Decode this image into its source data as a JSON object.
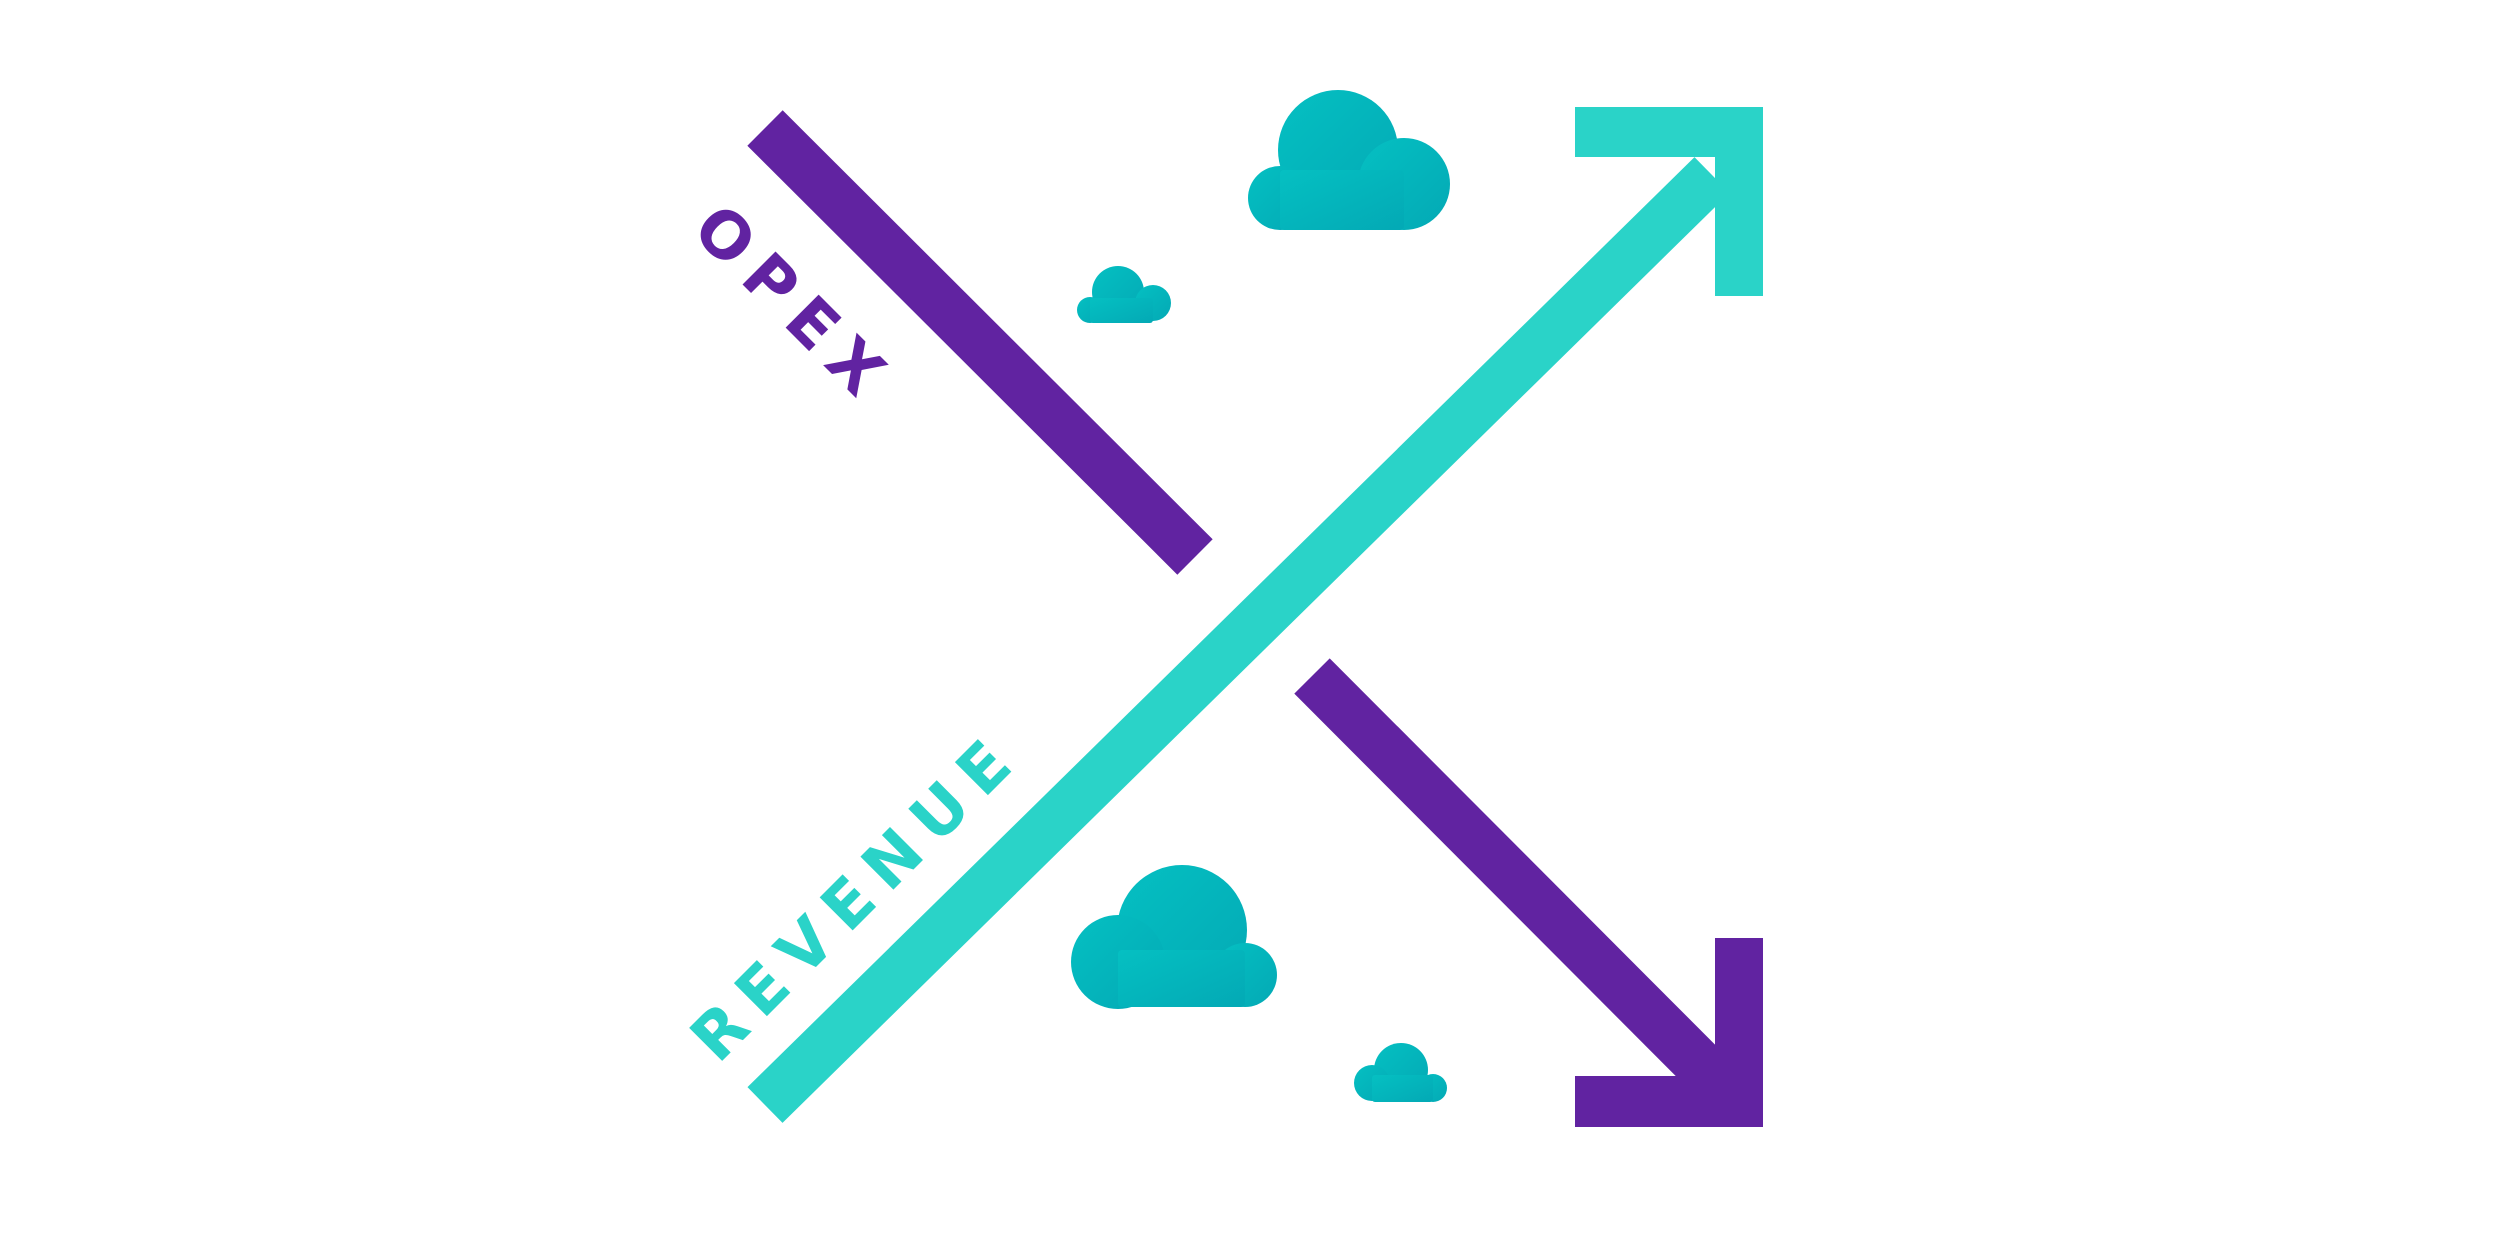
{
  "diagram": {
    "labels": {
      "opex": "OPEX",
      "revenue": "REVENUE"
    },
    "colors": {
      "background": "#ffffff",
      "revenue_teal": "#2ad3c8",
      "opex_purple": "#6123a1",
      "cloud_dark": "#03a9b5",
      "cloud_light": "#05c0c2"
    },
    "arrows": [
      {
        "name": "revenue-arrow",
        "direction": "up-right",
        "color_key": "revenue_teal"
      },
      {
        "name": "opex-arrow",
        "direction": "down-right",
        "color_key": "opex_purple"
      }
    ],
    "clouds": [
      {
        "name": "cloud-top-large"
      },
      {
        "name": "cloud-top-small"
      },
      {
        "name": "cloud-bottom-large"
      },
      {
        "name": "cloud-bottom-small"
      }
    ]
  }
}
